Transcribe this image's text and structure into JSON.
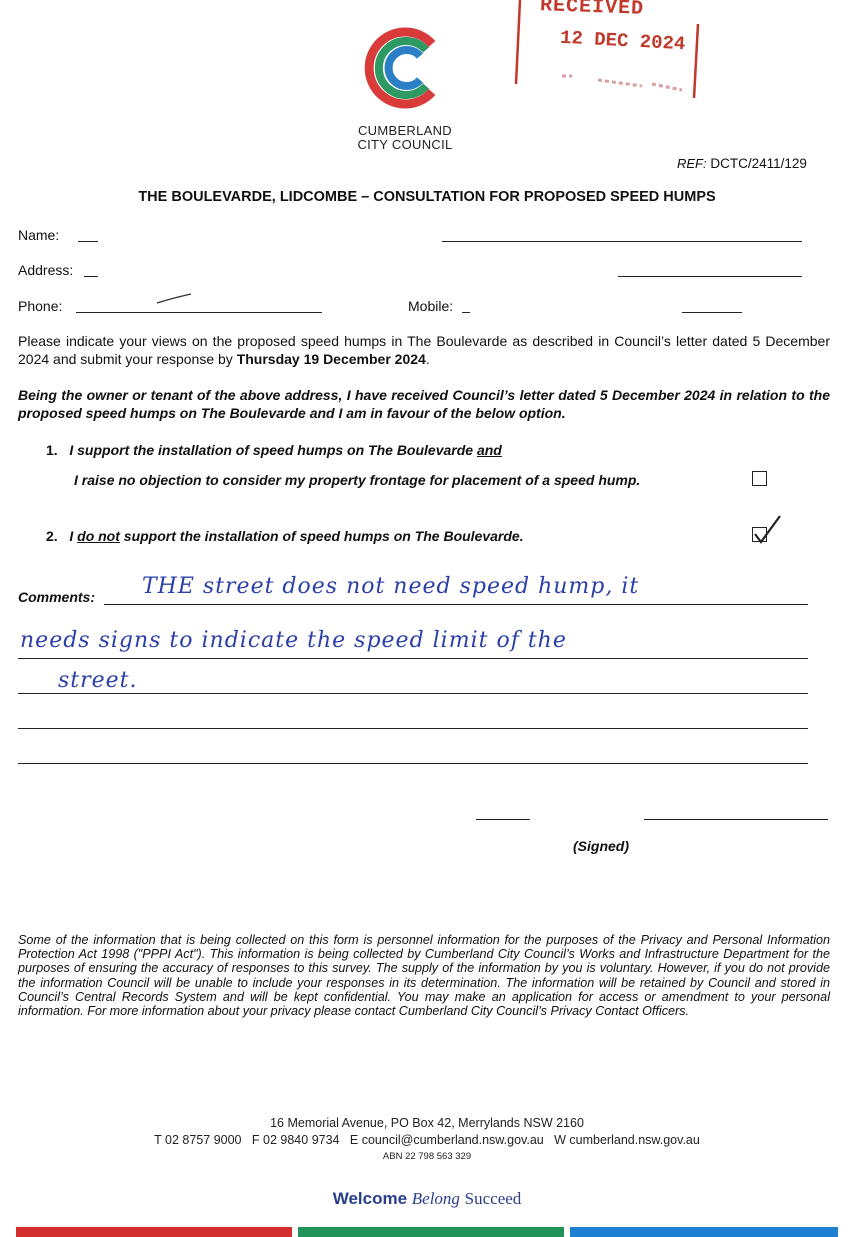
{
  "header": {
    "council_name_line1": "CUMBERLAND",
    "council_name_line2": "CITY COUNCIL",
    "ref_label": "REF:",
    "ref_value": "DCTC/2411/129",
    "stamp_line1": "RECEIVED",
    "stamp_line2": "12 DEC 2024"
  },
  "form": {
    "title": "THE BOULEVARDE, LIDCOMBE – CONSULTATION FOR PROPOSED SPEED HUMPS",
    "name_label": "Name:",
    "address_label": "Address:",
    "phone_label": "Phone:",
    "mobile_label": "Mobile:",
    "instruction": "Please indicate your views on the proposed speed humps in The Boulevarde as described in Council’s letter dated 5 December 2024 and submit your response by",
    "deadline": "Thursday 19 December 2024",
    "deadline_end": ".",
    "declaration": "Being the owner or tenant of the above address, I have received Council’s letter dated 5 December 2024 in relation to the proposed speed humps on The Boulevarde and I am in favour of the below option.",
    "option1_num": "1.",
    "option1_line1_pre": "I support the installation of speed humps on The Boulevarde",
    "option1_line1_and": "and",
    "option1_line2": "I raise no objection to consider my property frontage for placement of a speed hump.",
    "option1_checked": false,
    "option2_num": "2.",
    "option2_pre": "I",
    "option2_do_not": "do not",
    "option2_post": "support the installation of speed humps on The Boulevarde.",
    "option2_checked": true,
    "comments_label": "Comments:",
    "comment_line1": "THE street does not need speed hump, it",
    "comment_line2": "needs signs to indicate the speed limit of the",
    "comment_line3": "street.",
    "signed_label": "(Signed)"
  },
  "privacy_notice": "Some of the information that is being collected on this form is personnel information for the purposes of the Privacy and Personal Information Protection Act 1998 (\"PPPI Act\"). This information is being collected by Cumberland City Council’s Works and Infrastructure Department for the purposes of ensuring the accuracy of responses to this survey. The supply of the information by you is voluntary. However, if you do not provide the information Council will be unable to include your responses in its determination. The information will be retained by Council and stored in Council’s Central Records System and will be kept confidential. You may make an application for access or amendment to your personal information. For more information about your privacy please contact Cumberland City Council’s Privacy Contact Officers.",
  "footer": {
    "address": "16 Memorial Avenue, PO Box 42, Merrylands NSW 2160",
    "contacts": "T 02 8757 9000   F 02 9840 9734   E council@cumberland.nsw.gov.au   W cumberland.nsw.gov.au",
    "abn": "ABN 22 798 563 329",
    "tagline_welcome": "Welcome",
    "tagline_belong": "Belong",
    "tagline_succeed": "Succeed"
  },
  "colors": {
    "logo_red": "#d93a3a",
    "logo_green": "#2e9a63",
    "logo_blue": "#2b7fc4",
    "stamp_red": "#c0392b",
    "handwriting_blue": "#2b3fa8",
    "bar_red": "#d32f2f",
    "bar_green": "#21935a",
    "bar_blue": "#1f7fd1"
  }
}
